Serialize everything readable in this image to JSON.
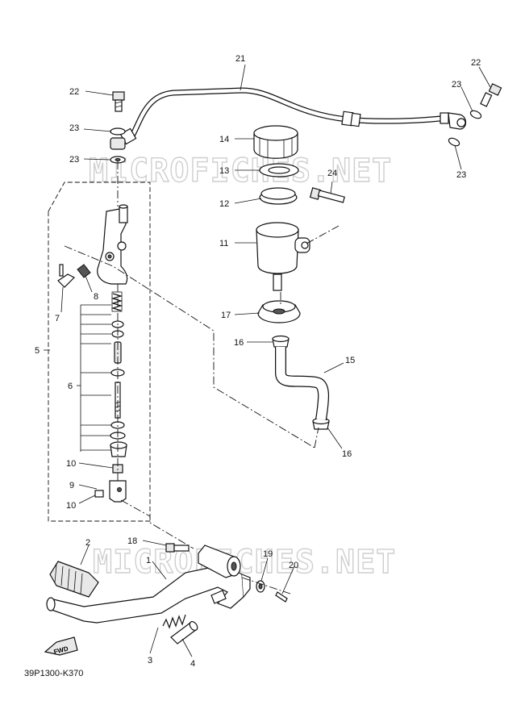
{
  "watermark": "MICROFICHES.NET",
  "diagram_code": "39P1300-K370",
  "fwd_label": "FWD",
  "callouts": {
    "p1": "1",
    "p2": "2",
    "p3": "3",
    "p4": "4",
    "p5": "5",
    "p6": "6",
    "p7": "7",
    "p8": "8",
    "p9": "9",
    "p10a": "10",
    "p10b": "10",
    "p11": "11",
    "p12": "12",
    "p13": "13",
    "p14": "14",
    "p15": "15",
    "p16a": "16",
    "p16b": "16",
    "p17": "17",
    "p18": "18",
    "p19": "19",
    "p20": "20",
    "p21": "21",
    "p22a": "22",
    "p22b": "22",
    "p23a": "23",
    "p23b": "23",
    "p23c": "23",
    "p23d": "23",
    "p24": "24"
  }
}
